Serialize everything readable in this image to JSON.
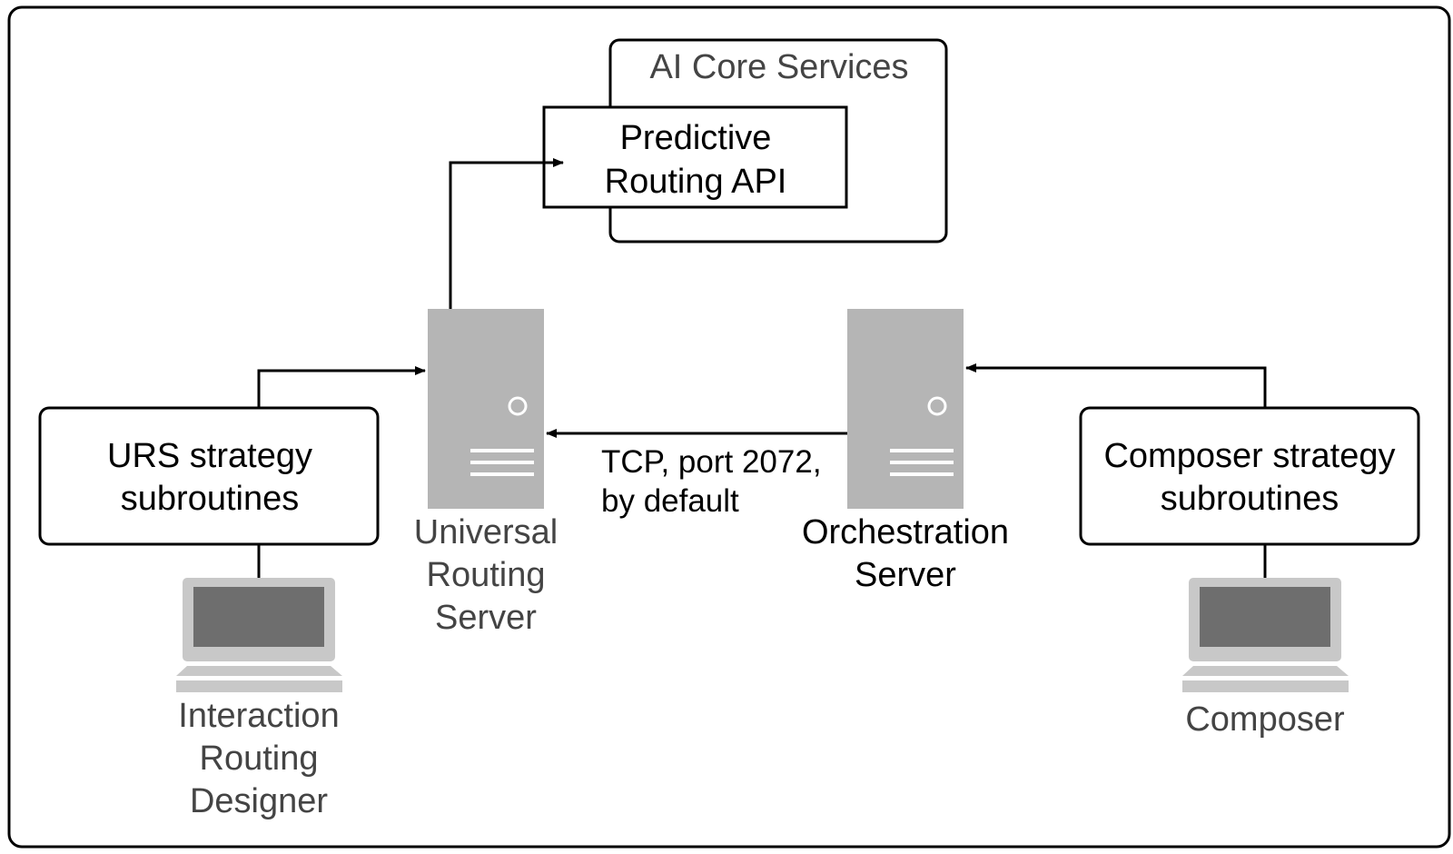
{
  "diagram": {
    "ai_core_services": {
      "label": "AI Core Services"
    },
    "predictive_routing_api": {
      "lines": [
        "Predictive",
        "Routing API"
      ]
    },
    "urs_strategy": {
      "lines": [
        "URS strategy",
        "subroutines"
      ]
    },
    "composer_strategy": {
      "lines": [
        "Composer strategy",
        "subroutines"
      ]
    },
    "universal_routing_server": {
      "lines": [
        "Universal",
        "Routing",
        "Server"
      ],
      "icon": "server-icon"
    },
    "orchestration_server": {
      "lines": [
        "Orchestration",
        "Server"
      ],
      "icon": "server-icon"
    },
    "interaction_routing_designer": {
      "lines": [
        "Interaction",
        "Routing",
        "Designer"
      ],
      "icon": "laptop-icon"
    },
    "composer": {
      "lines": [
        "Composer"
      ],
      "icon": "laptop-icon"
    },
    "tcp_connection": {
      "lines": [
        "TCP, port 2072,",
        "by default"
      ]
    }
  },
  "colors": {
    "stroke": "#000000",
    "server_fill": "#b5b5b5",
    "laptop_body": "#c8c8c8",
    "laptop_screen": "#6e6e6e",
    "label_gray": "#444444"
  }
}
